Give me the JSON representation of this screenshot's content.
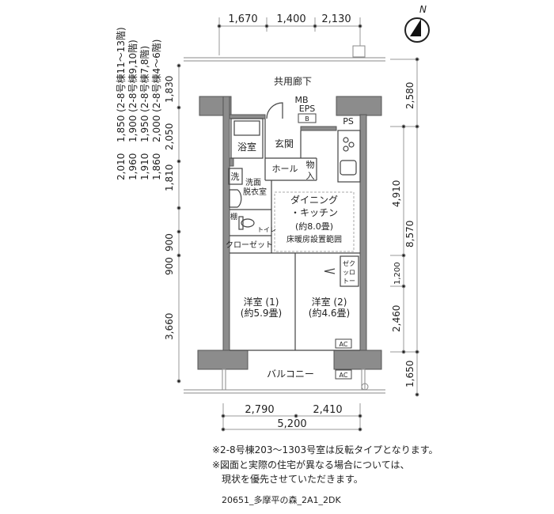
{
  "top_dims": [
    "1,670",
    "1,400",
    "2,130"
  ],
  "compass": "N",
  "corridor": "共用廊下",
  "rooms": {
    "mb_eps": [
      "MB",
      "EPS"
    ],
    "b": "B",
    "ps": "PS",
    "bath": "浴室",
    "entrance": "玄関",
    "hall": "ホール",
    "storage": [
      "物",
      "入"
    ],
    "wash": "洗",
    "dressing": [
      "洗面",
      "脱衣室"
    ],
    "shelf": "棚",
    "toilet": "トイレ",
    "closet": "クローゼット",
    "dk": [
      "ダイニング",
      "・キッチン",
      "(約8.0畳)",
      "床暖房設置範囲"
    ],
    "closet2": [
      "ゼク",
      "ッロ",
      "トー"
    ],
    "room1": [
      "洋室 (1)",
      "(約5.9畳)"
    ],
    "room2": [
      "洋室 (2)",
      "(約4.6畳)"
    ],
    "ac": "AC",
    "balcony": "バルコニー"
  },
  "left_dims": [
    [
      "2,010",
      "1,850 (2-8号棟11〜13階)"
    ],
    [
      "1,960",
      "1,900 (2-8号棟9,10階)"
    ],
    [
      "1,910",
      "1,950 (2-8号棟7,8階)"
    ],
    [
      "1,860",
      "2,000 (2-8号棟4〜6階)"
    ],
    [
      "1,810",
      "2,050",
      "1,830"
    ],
    [
      "900",
      "900",
      "3,660"
    ]
  ],
  "right_dims": {
    "outer": [
      "2,580",
      "8,570",
      "1,650"
    ],
    "inner": [
      "4,910",
      "1,200",
      "2,460"
    ]
  },
  "bottom_dims": [
    "2,790",
    "2,410",
    "5,200"
  ],
  "notes": [
    "※2-8号棟203〜1303号室は反転タイプとなります。",
    "※図面と実際の住宅が異なる場合については、",
    "　現状を優先させていただきます。"
  ],
  "footer": "20651_多摩平の森_2A1_2DK"
}
